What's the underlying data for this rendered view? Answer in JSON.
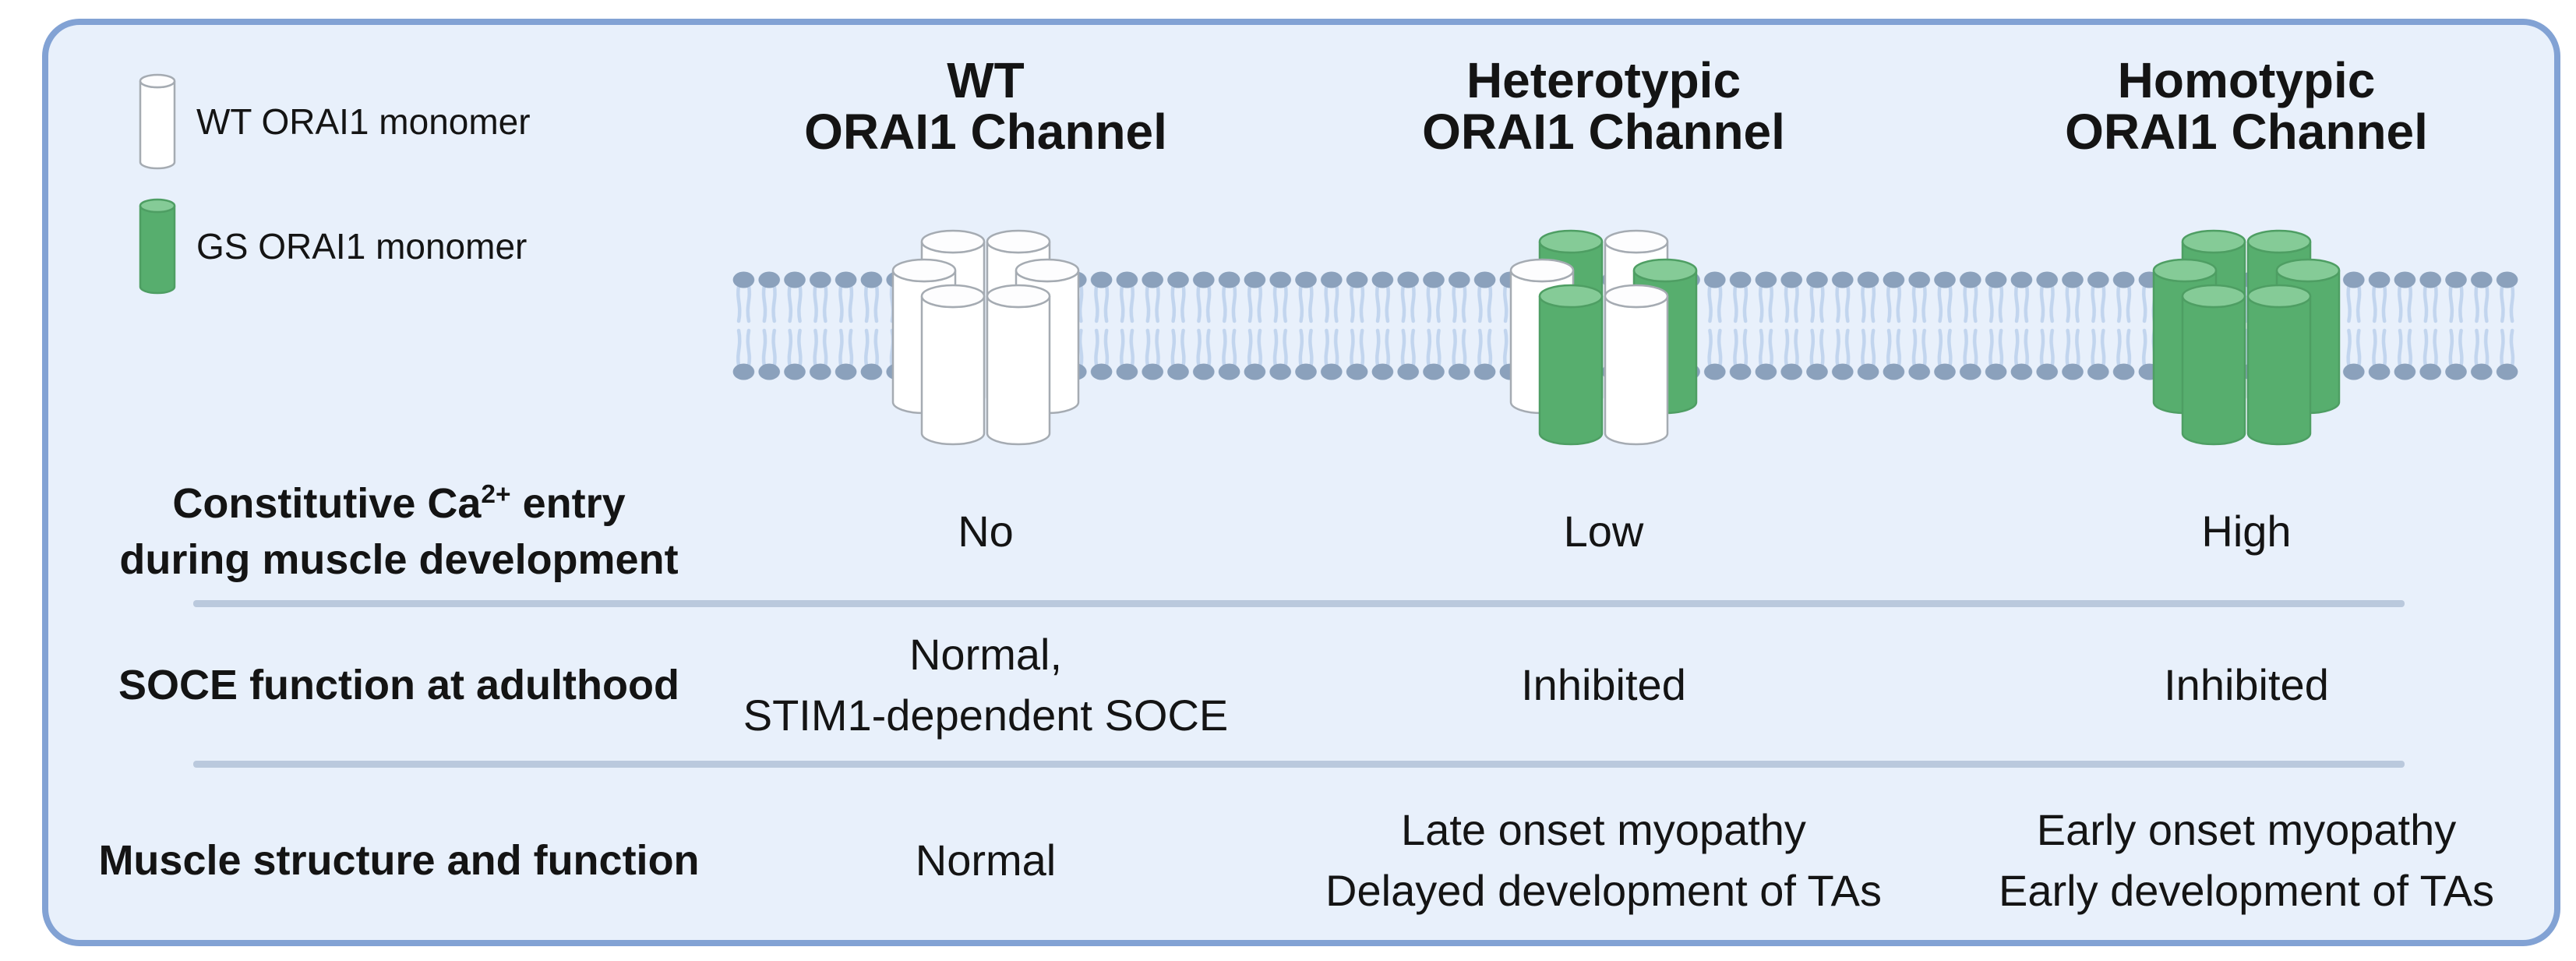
{
  "figure": {
    "legend": [
      {
        "type": "wt",
        "label": "WT ORAI1 monomer"
      },
      {
        "type": "gs",
        "label": "GS ORAI1 monomer"
      }
    ],
    "columns": [
      {
        "line1": "WT",
        "line2": "ORAI1 Channel"
      },
      {
        "line1": "Heterotypic",
        "line2": "ORAI1 Channel"
      },
      {
        "line1": "Homotypic",
        "line2": "ORAI1 Channel"
      }
    ],
    "rows": [
      {
        "label": {
          "line1_pre": "Constitutive Ca",
          "line1_sup": "2+",
          "line1_post": " entry",
          "line2": "during muscle development"
        },
        "values": [
          {
            "line1": "No"
          },
          {
            "line1": "Low"
          },
          {
            "line1": "High"
          }
        ]
      },
      {
        "label": {
          "line1_pre": "SOCE function at adulthood"
        },
        "values": [
          {
            "line1": "Normal,",
            "line2": "STIM1-dependent SOCE"
          },
          {
            "line1": "Inhibited"
          },
          {
            "line1": "Inhibited"
          }
        ]
      },
      {
        "label": {
          "line1_pre": "Muscle structure and function"
        },
        "values": [
          {
            "line1": "Normal"
          },
          {
            "line1": "Late onset myopathy",
            "line2": "Delayed development of TAs"
          },
          {
            "line1": "Early onset myopathy",
            "line2": "Early development of TAs"
          }
        ]
      }
    ],
    "channels": [
      {
        "name": "WT ORAI1 Channel",
        "monomers": [
          "wt",
          "wt",
          "wt",
          "wt",
          "wt",
          "wt"
        ]
      },
      {
        "name": "Heterotypic ORAI1 Channel",
        "monomers": [
          "gs",
          "wt",
          "wt",
          "gs",
          "gs",
          "wt"
        ]
      },
      {
        "name": "Homotypic ORAI1 Channel",
        "monomers": [
          "gs",
          "gs",
          "gs",
          "gs",
          "gs",
          "gs"
        ]
      }
    ],
    "colors": {
      "panel_bg": "#e8f0fb",
      "panel_border": "#82a2d4",
      "lipid_head": "#8ba1bc",
      "lipid_tail": "#c2d5ee",
      "divider": "#bac9dd",
      "text": "#141414",
      "monomer_colors": {
        "wt": {
          "body": "#ffffff",
          "lid": "#fdfdfe",
          "stroke": "#a5abb2"
        },
        "gs": {
          "body": "#57ae6e",
          "lid": "#85cb97",
          "stroke": "#4e9e63"
        }
      }
    }
  }
}
